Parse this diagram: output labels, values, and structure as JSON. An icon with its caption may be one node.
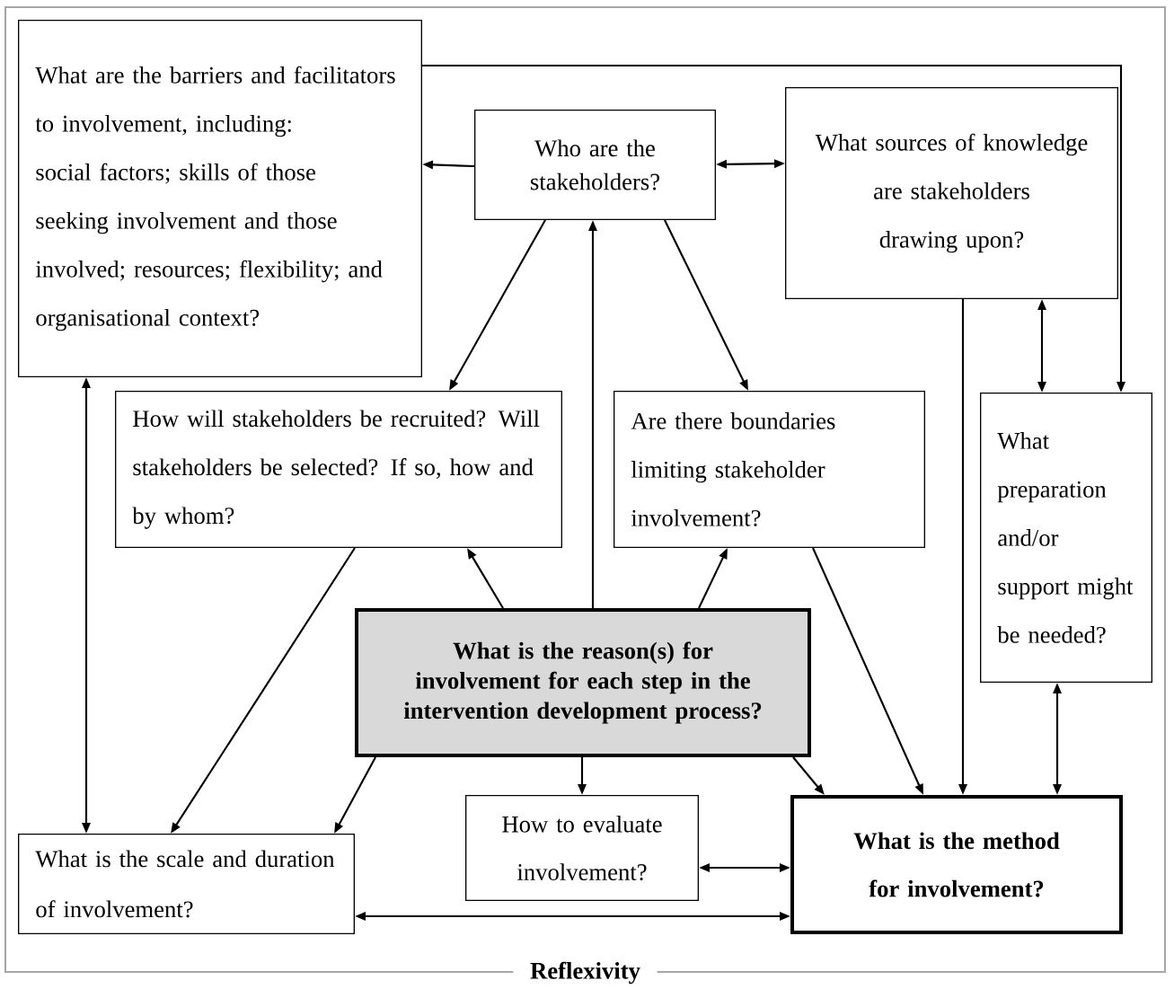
{
  "diagram": {
    "nodes": [
      {
        "text": [
          "Reflexivity"
        ]
      },
      {
        "text": [
          "What are the barriers and facilitators to involvement, including: social factors; skills of those seeking involvement and those involved; resources; flexibility; and organisational context?"
        ],
        "in": 0
      },
      {
        "text": [
          "Who are the stakeholders?"
        ],
        "in": 0
      },
      {
        "text": [
          "What sources of knowledge are stakeholders drawing upon?"
        ],
        "in": 0
      },
      {
        "text": [
          "How will stakeholders be recruited? Will stakeholders be selected? If so, how and by whom?"
        ],
        "in": 0
      },
      {
        "text": [
          "Are there boundaries limiting stakeholder involvement?"
        ],
        "in": 0
      },
      {
        "text": [
          "What preparation and/or support might be needed?"
        ],
        "in": 0
      },
      {
        "text": [
          "What is the reason(s) for involvement for each step in the intervention development process?"
        ],
        "in": 0
      },
      {
        "text": [
          "How to evaluate involvement?"
        ],
        "in": 0
      },
      {
        "text": [
          "What is the scale and duration of involvement?"
        ],
        "in": 0
      },
      {
        "text": [
          "What is the method for involvement?"
        ],
        "in": 0
      }
    ],
    "edges": [
      {
        "from": 2,
        "to": 1,
        "arrow": "to"
      },
      {
        "from": 2,
        "to": 3,
        "arrow": "both"
      },
      {
        "from": 1,
        "to": 6,
        "arrow": "to"
      },
      {
        "from": 2,
        "to": 4,
        "arrow": "to"
      },
      {
        "from": 2,
        "to": 5,
        "arrow": "to"
      },
      {
        "from": 7,
        "to": 2,
        "arrow": "to"
      },
      {
        "from": 7,
        "to": 4,
        "arrow": "to"
      },
      {
        "from": 7,
        "to": 5,
        "arrow": "to"
      },
      {
        "from": 3,
        "to": 6,
        "arrow": "both"
      },
      {
        "from": 3,
        "to": 10,
        "arrow": "to"
      },
      {
        "from": 1,
        "to": 9,
        "arrow": "both"
      },
      {
        "from": 4,
        "to": 9,
        "arrow": "to"
      },
      {
        "from": 5,
        "to": 10,
        "arrow": "to"
      },
      {
        "from": 7,
        "to": 9,
        "arrow": "to"
      },
      {
        "from": 7,
        "to": 8,
        "arrow": "to"
      },
      {
        "from": 7,
        "to": 10,
        "arrow": "to"
      },
      {
        "from": 6,
        "to": 10,
        "arrow": "both"
      },
      {
        "from": 8,
        "to": 10,
        "arrow": "both"
      },
      {
        "from": 9,
        "to": 10,
        "arrow": "both"
      }
    ]
  }
}
